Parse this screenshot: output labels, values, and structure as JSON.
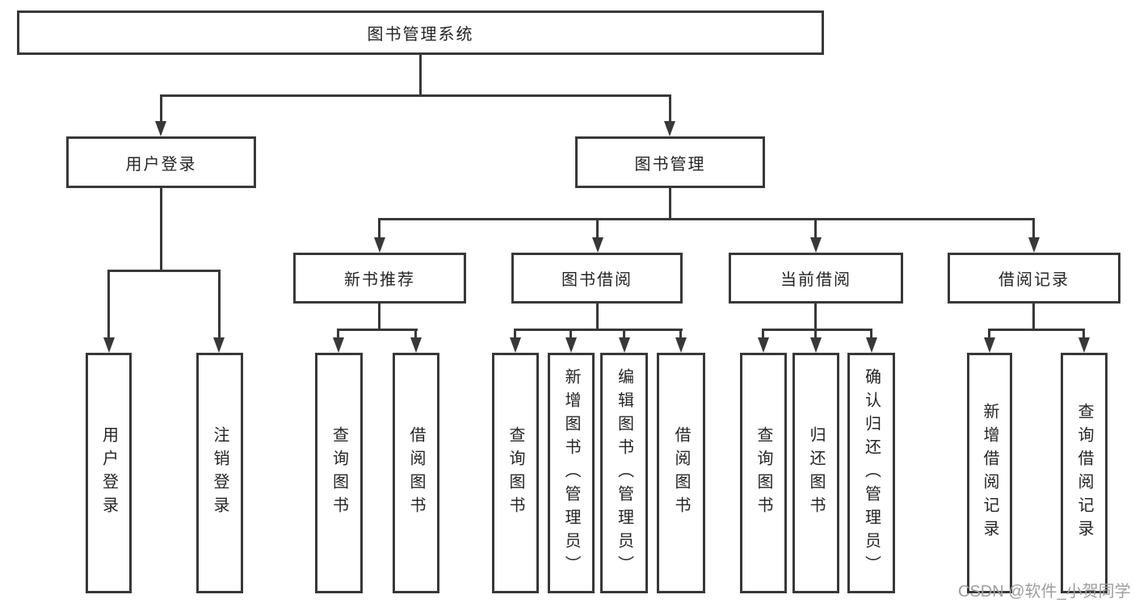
{
  "tree": {
    "root": {
      "label": "图书管理系统",
      "children": [
        {
          "label": "用户登录",
          "children": [
            {
              "label": "用户登录"
            },
            {
              "label": "注销登录"
            }
          ]
        },
        {
          "label": "图书管理",
          "children": [
            {
              "label": "新书推荐",
              "children": [
                {
                  "label": "查询图书"
                },
                {
                  "label": "借阅图书"
                }
              ]
            },
            {
              "label": "图书借阅",
              "children": [
                {
                  "label": "查询图书"
                },
                {
                  "label": "新增图书（管理员）"
                },
                {
                  "label": "编辑图书（管理员）"
                },
                {
                  "label": "借阅图书"
                }
              ]
            },
            {
              "label": "当前借阅",
              "children": [
                {
                  "label": "查询图书"
                },
                {
                  "label": "归还图书"
                },
                {
                  "label": "确认归还（管理员）"
                }
              ]
            },
            {
              "label": "借阅记录",
              "children": [
                {
                  "label": "新增借阅记录"
                },
                {
                  "label": "查询借阅记录"
                }
              ]
            }
          ]
        }
      ]
    }
  },
  "watermark": {
    "text": "CSDN @软件_小贺同学",
    "color": "#9e9e9e"
  },
  "colors": {
    "background": "#ffffff",
    "box_border": "#383838",
    "connector": "#383838",
    "text": "#242424"
  }
}
